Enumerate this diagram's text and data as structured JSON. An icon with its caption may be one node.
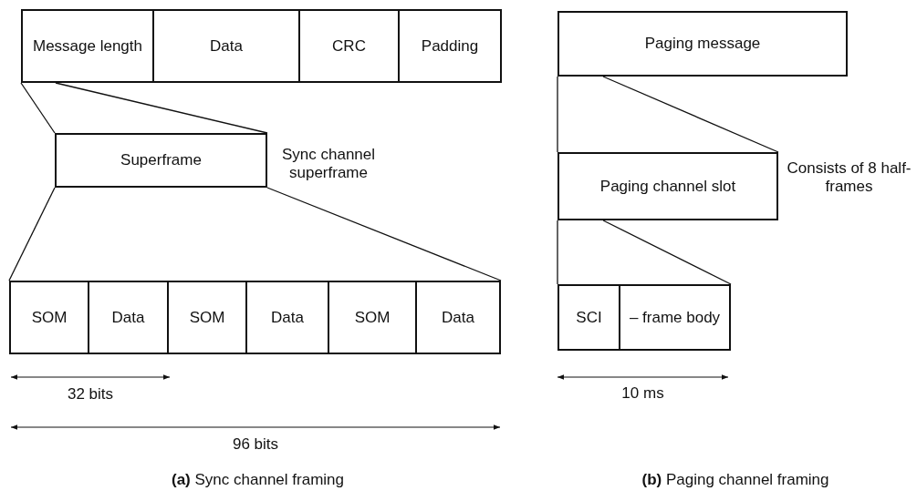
{
  "diagram": {
    "nodes": [
      {
        "text": [
          "Message length"
        ]
      },
      {
        "text": [
          "Data"
        ]
      },
      {
        "text": [
          "CRC"
        ]
      },
      {
        "text": [
          "Padding"
        ]
      },
      {
        "text": [
          "Superframe"
        ],
        "beside": [
          "Sync channel superframe"
        ]
      },
      {
        "text": [
          "SOM"
        ]
      },
      {
        "text": [
          "Data"
        ]
      },
      {
        "text": [
          "SOM"
        ]
      },
      {
        "text": [
          "Data"
        ]
      },
      {
        "text": [
          "SOM"
        ]
      },
      {
        "text": [
          "Data"
        ]
      },
      {
        "text": [
          "Paging message"
        ]
      },
      {
        "text": [
          "Paging channel slot"
        ],
        "beside": [
          "Consists of 8 half-frames"
        ]
      },
      {
        "text": [
          "SCI"
        ]
      },
      {
        "text": [
          "– frame body"
        ]
      }
    ],
    "edges": [
      {
        "from": 0,
        "to": 4,
        "arrow": "none"
      },
      {
        "from": 0,
        "to": 4,
        "arrow": "none"
      },
      {
        "from": 4,
        "to": 5,
        "arrow": "none"
      },
      {
        "from": 4,
        "to": 10,
        "arrow": "none"
      },
      {
        "from": 11,
        "to": 12,
        "arrow": "none"
      },
      {
        "from": 11,
        "to": 12,
        "arrow": "none"
      },
      {
        "from": 12,
        "to": 13,
        "arrow": "none"
      },
      {
        "from": 12,
        "to": 14,
        "arrow": "none"
      }
    ],
    "labels": [
      "32 bits",
      "96 bits",
      "10 ms",
      "**(a)** Sync channel framing",
      "**(b)** Paging channel framing"
    ]
  }
}
